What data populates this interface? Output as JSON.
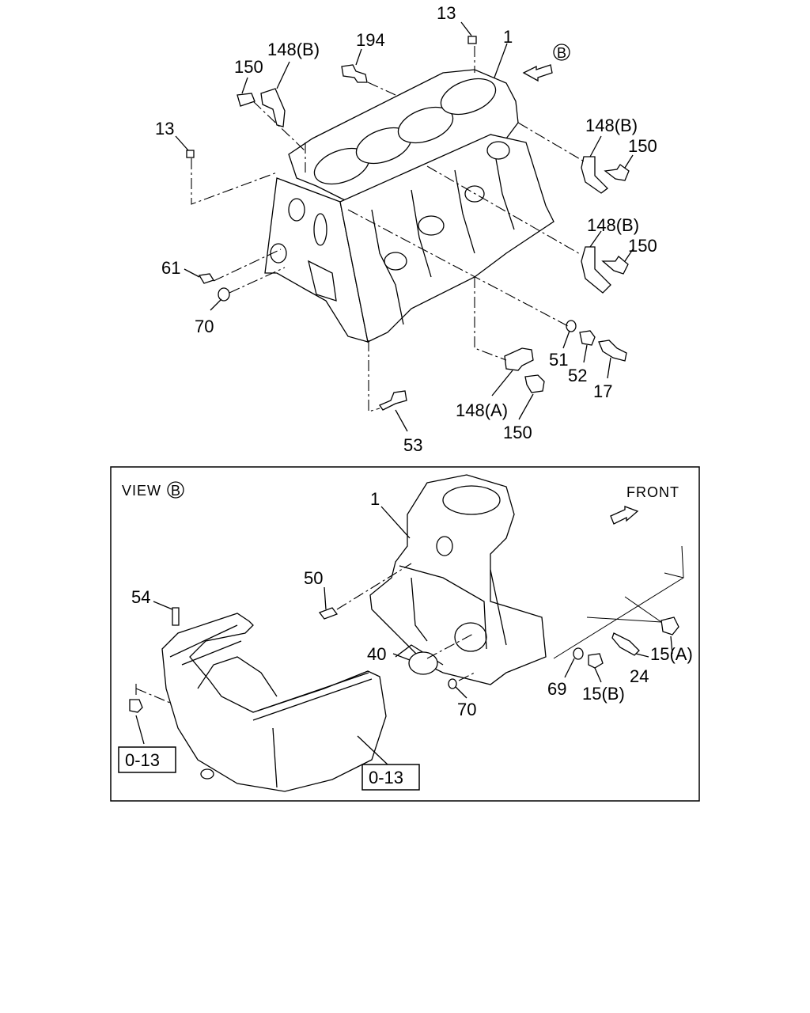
{
  "top_labels": {
    "l13a": "13",
    "l1a": "1",
    "l194": "194",
    "l148b_1": "148(B)",
    "l150_1": "150",
    "l13b": "13",
    "l148b_2": "148(B)",
    "l150_2": "150",
    "l148b_3": "148(B)",
    "l150_3": "150",
    "l61": "61",
    "l70a": "70",
    "l51": "51",
    "l52": "52",
    "l17": "17",
    "l148a": "148(A)",
    "l150_4": "150",
    "l53": "53",
    "circle_b": "B"
  },
  "view": {
    "title": "VIEW",
    "circle_b": "B",
    "front": "FRONT",
    "l1": "1",
    "l50": "50",
    "l54": "54",
    "l40": "40",
    "l70": "70",
    "l69": "69",
    "l15b": "15(B)",
    "l24": "24",
    "l15a": "15(A)",
    "ref_left": "0-13",
    "ref_right": "0-13"
  }
}
